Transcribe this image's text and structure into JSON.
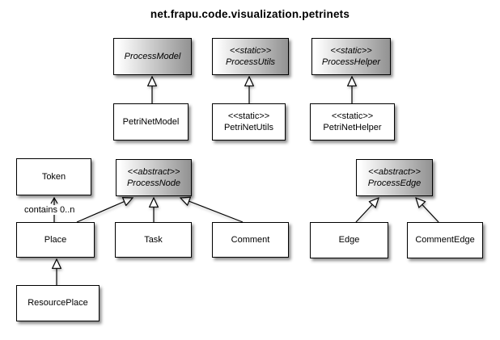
{
  "title": "net.frapu.code.visualization.petrinets",
  "classes": {
    "process_model": {
      "stereotype": "",
      "name": "ProcessModel"
    },
    "process_utils": {
      "stereotype": "<<static>>",
      "name": "ProcessUtils"
    },
    "process_helper": {
      "stereotype": "<<static>>",
      "name": "ProcessHelper"
    },
    "petri_net_model": {
      "stereotype": "",
      "name": "PetriNetModel"
    },
    "petri_net_utils": {
      "stereotype": "<<static>>",
      "name": "PetriNetUtils"
    },
    "petri_net_helper": {
      "stereotype": "<<static>>",
      "name": "PetriNetHelper"
    },
    "token": {
      "stereotype": "",
      "name": "Token"
    },
    "process_node": {
      "stereotype": "<<abstract>>",
      "name": "ProcessNode"
    },
    "process_edge": {
      "stereotype": "<<abstract>>",
      "name": "ProcessEdge"
    },
    "place": {
      "stereotype": "",
      "name": "Place"
    },
    "task": {
      "stereotype": "",
      "name": "Task"
    },
    "comment": {
      "stereotype": "",
      "name": "Comment"
    },
    "edge": {
      "stereotype": "",
      "name": "Edge"
    },
    "comment_edge": {
      "stereotype": "",
      "name": "CommentEdge"
    },
    "resource_place": {
      "stereotype": "",
      "name": "ResourcePlace"
    }
  },
  "relations": {
    "inheritance": [
      {
        "child": "PetriNetModel",
        "parent": "ProcessModel"
      },
      {
        "child": "PetriNetUtils",
        "parent": "ProcessUtils"
      },
      {
        "child": "PetriNetHelper",
        "parent": "ProcessHelper"
      },
      {
        "child": "Place",
        "parent": "ProcessNode"
      },
      {
        "child": "Task",
        "parent": "ProcessNode"
      },
      {
        "child": "Comment",
        "parent": "ProcessNode"
      },
      {
        "child": "Edge",
        "parent": "ProcessEdge"
      },
      {
        "child": "CommentEdge",
        "parent": "ProcessEdge"
      },
      {
        "child": "ResourcePlace",
        "parent": "Place"
      }
    ],
    "association": [
      {
        "from": "Place",
        "to": "Token",
        "label": "contains 0..n"
      }
    ]
  },
  "colors": {
    "background": "#ffffff",
    "box_fill": "#ffffff",
    "gradient_start": "#ffffff",
    "gradient_end": "#929292",
    "border": "#000000",
    "text": "#000000"
  }
}
